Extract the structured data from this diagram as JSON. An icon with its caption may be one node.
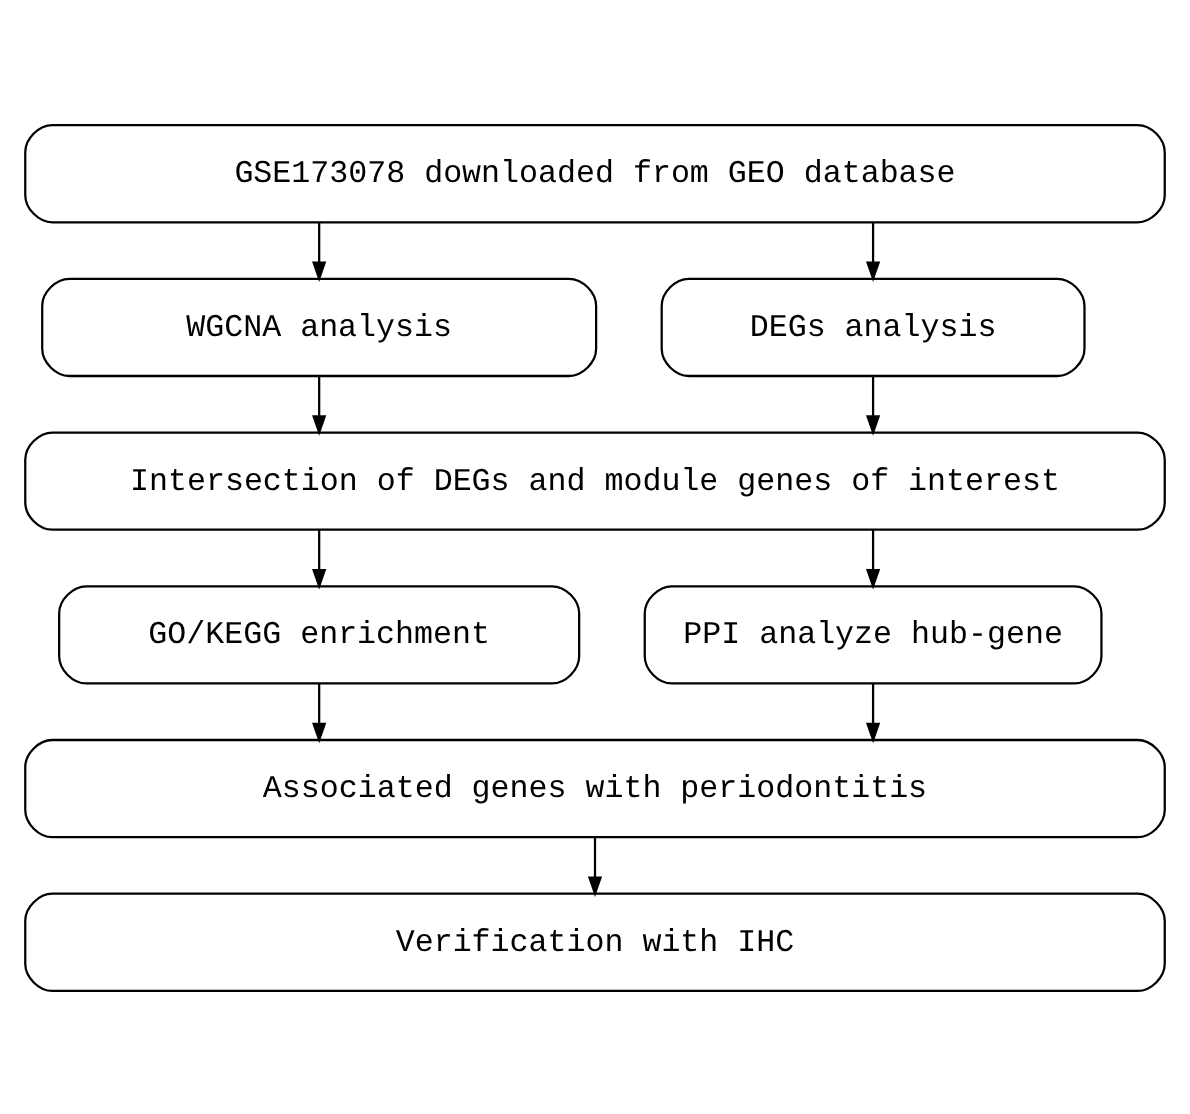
{
  "diagram": {
    "nodes": [
      {
        "text": [
          "GSE173078 downloaded from GEO database"
        ]
      },
      {
        "text": [
          "WGCNA analysis"
        ]
      },
      {
        "text": [
          "DEGs analysis"
        ]
      },
      {
        "text": [
          "Intersection of DEGs and module genes of interest"
        ]
      },
      {
        "text": [
          "GO/KEGG enrichment"
        ]
      },
      {
        "text": [
          "PPI analyze hub-gene"
        ]
      },
      {
        "text": [
          "Associated genes with periodontitis"
        ]
      },
      {
        "text": [
          "Verification with IHC"
        ]
      }
    ],
    "edges": [
      {
        "from": 0,
        "to": 1,
        "arrow": "to"
      },
      {
        "from": 0,
        "to": 2,
        "arrow": "to"
      },
      {
        "from": 1,
        "to": 3,
        "arrow": "to"
      },
      {
        "from": 2,
        "to": 3,
        "arrow": "to"
      },
      {
        "from": 3,
        "to": 4,
        "arrow": "to"
      },
      {
        "from": 3,
        "to": 5,
        "arrow": "to"
      },
      {
        "from": 4,
        "to": 6,
        "arrow": "to"
      },
      {
        "from": 5,
        "to": 6,
        "arrow": "to"
      },
      {
        "from": 6,
        "to": 7,
        "arrow": "to"
      }
    ]
  }
}
